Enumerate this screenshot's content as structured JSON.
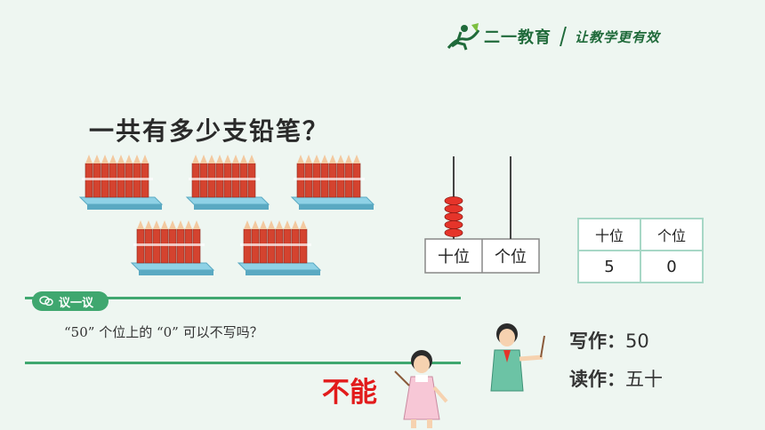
{
  "brand": {
    "name": "二一教育",
    "slogan": "让教学更有效"
  },
  "question": "一共有多少支铅笔？",
  "abacus": {
    "tens_label": "十位",
    "ones_label": "个位",
    "tens_beads": 5,
    "ones_beads": 0
  },
  "place_value_table": {
    "headers": [
      "十位",
      "个位"
    ],
    "values": [
      "5",
      "0"
    ]
  },
  "discussion": {
    "badge": "议一议",
    "question": "“50” 个位上的 “0” 可以不写吗？"
  },
  "answer": "不能",
  "write_as": {
    "label": "写作：",
    "value": "50"
  },
  "read_as": {
    "label": "读作：",
    "value": "五十"
  },
  "colors": {
    "accent_green": "#3fa76f",
    "answer_red": "#e21b1b",
    "pencil_red": "#d4432f",
    "bead_red": "#e5342a"
  }
}
